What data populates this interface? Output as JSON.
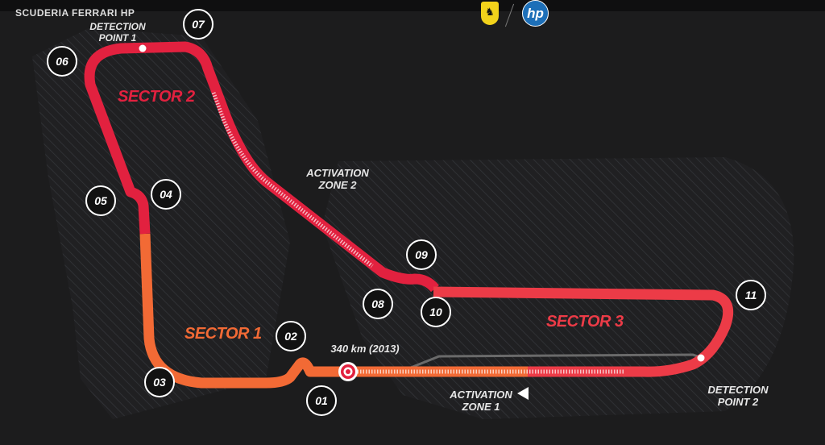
{
  "header": {
    "brand": "SCUDERIA FERRARI HP",
    "logos": [
      "ferrari-logo",
      "hp-logo"
    ]
  },
  "colors": {
    "sector1": "#f26a35",
    "sector2": "#e2213f",
    "sector3": "#ec3b47",
    "background": "#1c1c1d"
  },
  "sectors": {
    "s1": "SECTOR 1",
    "s2": "SECTOR 2",
    "s3": "SECTOR 3"
  },
  "labels": {
    "detection1": "DETECTION POINT 1",
    "detection2_line1": "DETECTION",
    "detection2_line2": "POINT 2",
    "activation1_line1": "ACTIVATION",
    "activation1_line2": "ZONE 1",
    "activation2_line1": "ACTIVATION",
    "activation2_line2": "ZONE 2",
    "speed_trap": "340 km (2013)"
  },
  "turns": [
    "01",
    "02",
    "03",
    "04",
    "05",
    "06",
    "07",
    "08",
    "09",
    "10",
    "11"
  ]
}
